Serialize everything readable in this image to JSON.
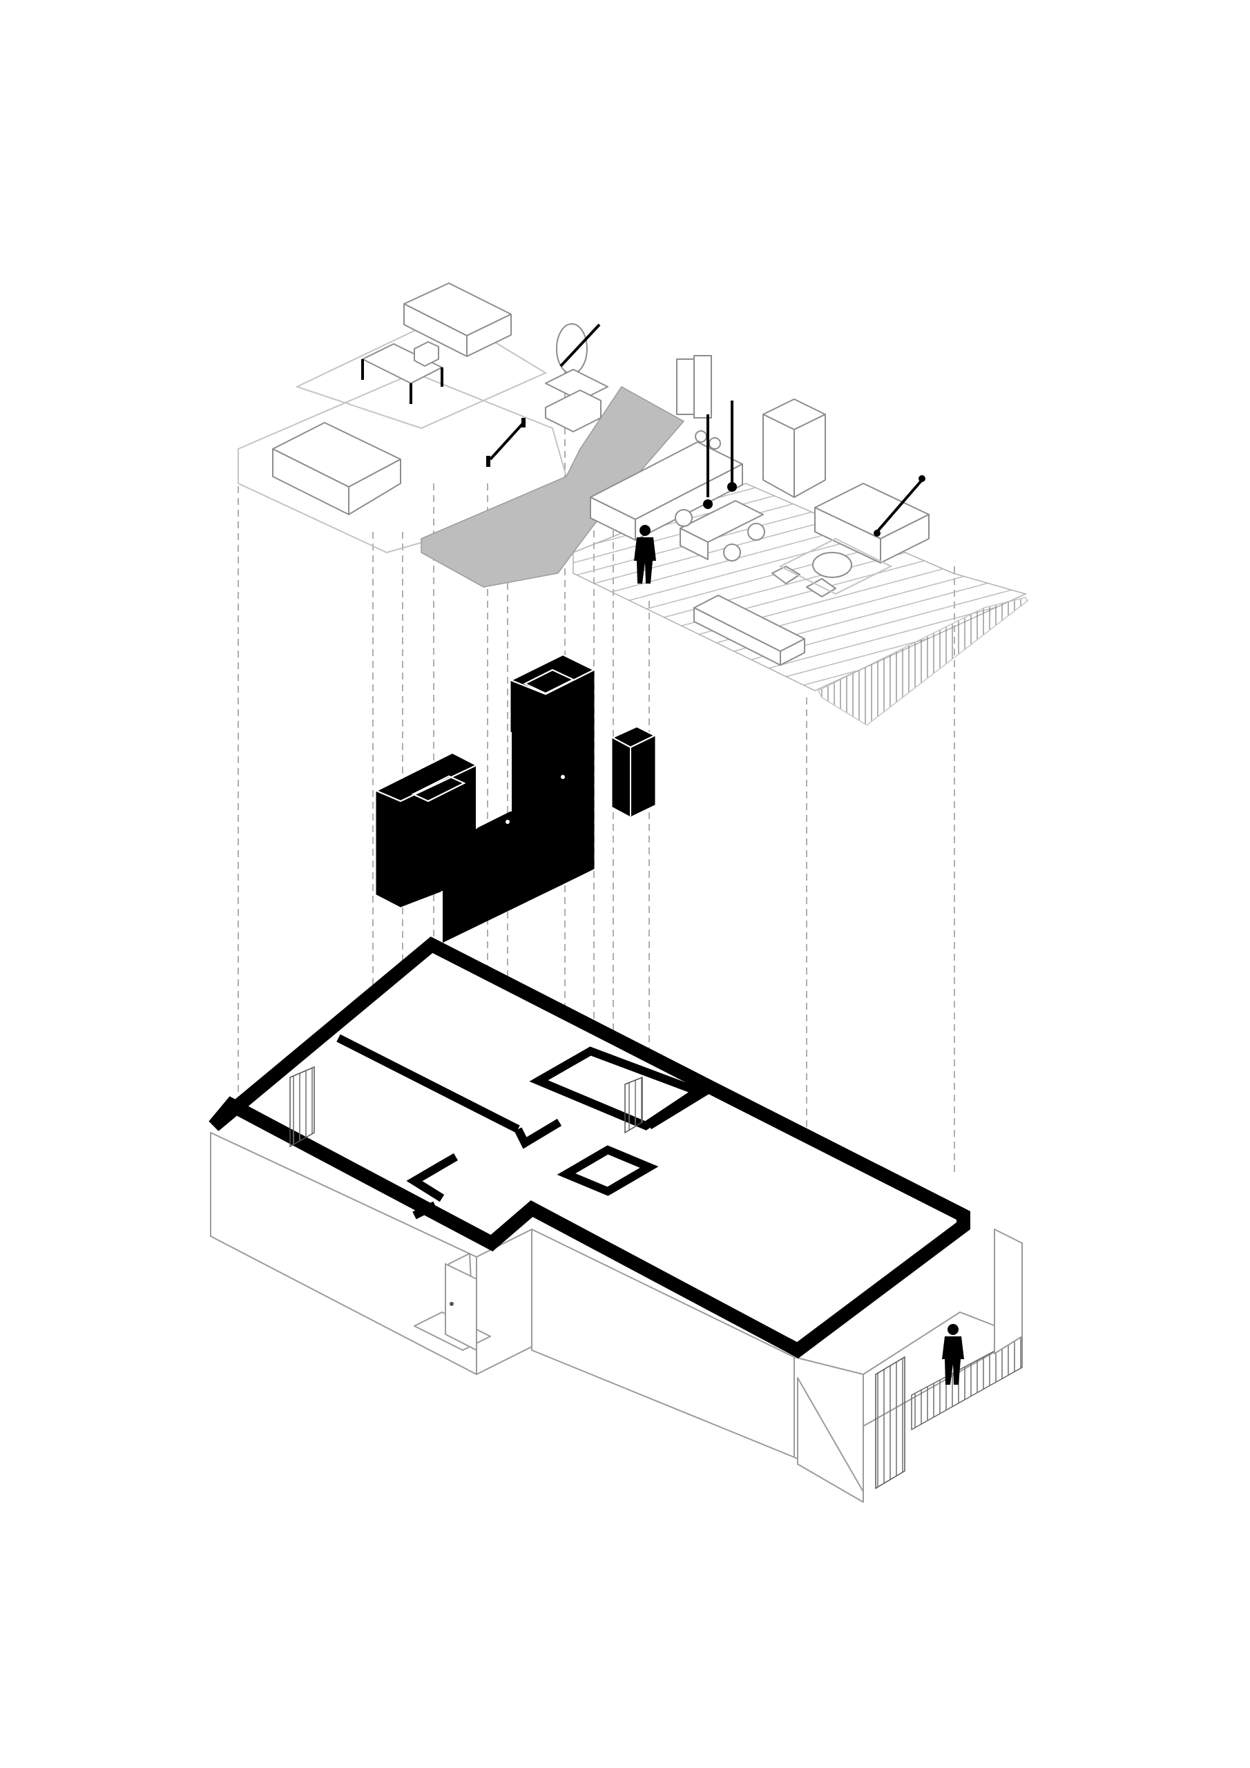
{
  "figure": {
    "kind": "exploded axonometric apartment diagram",
    "layers": [
      "furniture-level",
      "black-storage-volumes",
      "floor-plan-shell"
    ],
    "colors": {
      "ink": "#000000",
      "linework": "#9b9b9b",
      "shaded_floor": "#bdbdbd",
      "background": "#ffffff"
    },
    "icons": [
      "person-silhouette-icon",
      "pendant-lamp-icon",
      "round-mirror-icon"
    ]
  }
}
